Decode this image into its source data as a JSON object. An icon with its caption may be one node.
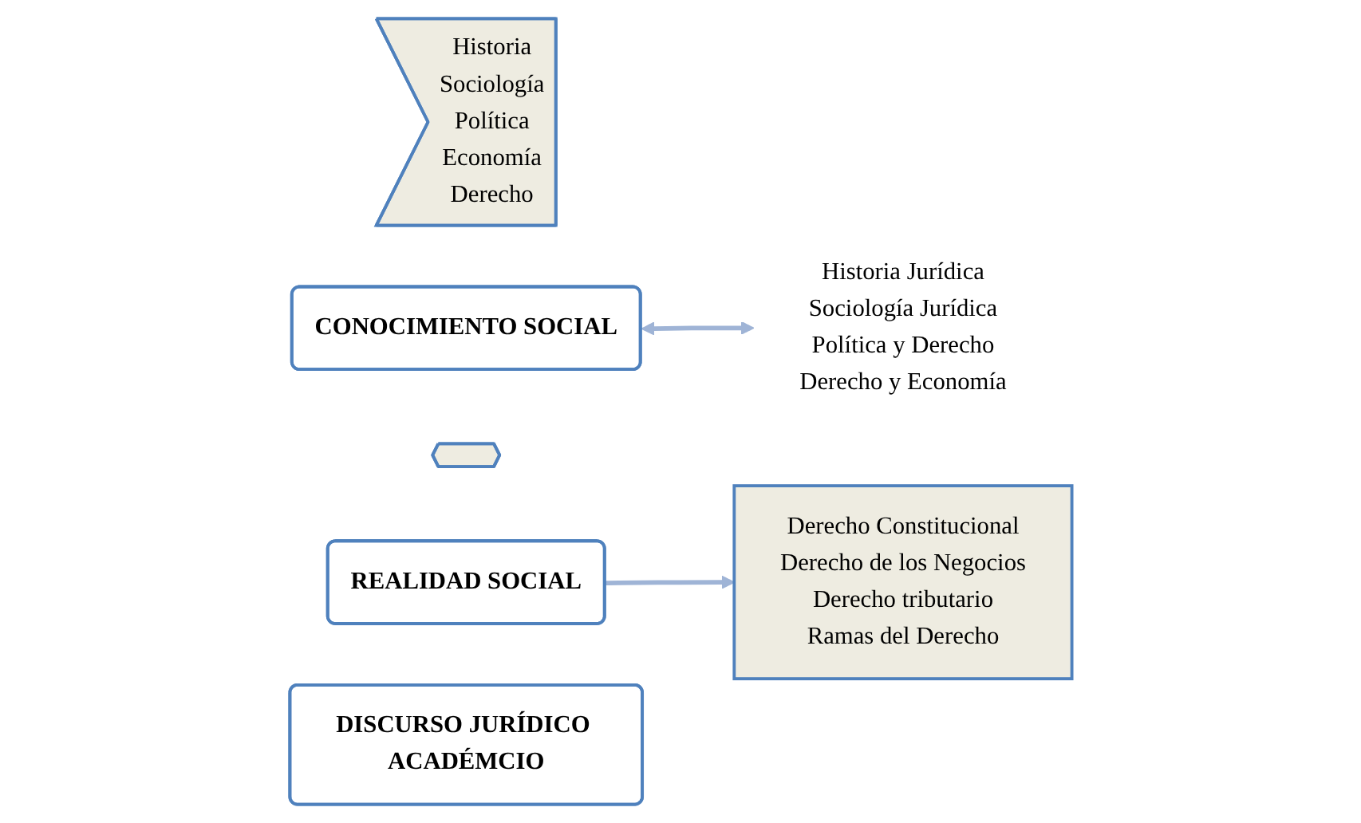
{
  "diagram": {
    "nodes": [
      {
        "text": [
          "Historia",
          "Sociología",
          "Política",
          "Economía",
          "Derecho"
        ]
      },
      {
        "text": [
          "CONOCIMIENTO SOCIAL"
        ]
      },
      {
        "text": [],
        "shape": "arrow"
      },
      {
        "text": [
          "REALIDAD SOCIAL"
        ]
      },
      {
        "text": [
          "Derecho Constitucional",
          "Derecho de los Negocios",
          "Derecho tributario",
          "Ramas del Derecho"
        ]
      },
      {
        "text": [
          "DISCURSO JURÍDICO ACADÉMCIO"
        ]
      },
      {
        "text": [
          "Historia Jurídica",
          "Sociología Jurídica",
          "Política y Derecho",
          "Derecho y Economía"
        ]
      }
    ],
    "edges": [
      {
        "from": 3,
        "to": 4,
        "arrow": "to"
      },
      {
        "from": 1,
        "to": 6,
        "arrow": "both"
      }
    ]
  }
}
